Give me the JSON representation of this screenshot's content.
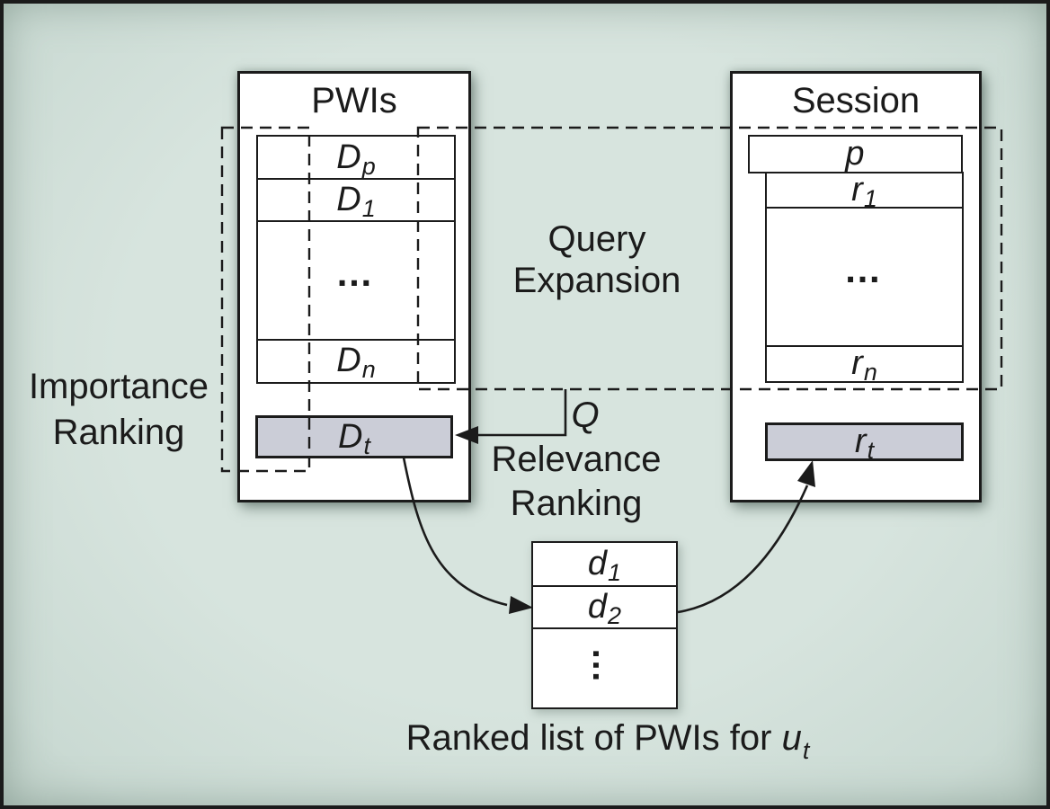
{
  "colors": {
    "background": "#d1dfd8",
    "panel": "#ffffff",
    "highlight_fill": "#cbcdd7",
    "line": "#1b1b1b"
  },
  "pwis_box": {
    "title": "PWIs",
    "rows": [
      {
        "base": "D",
        "sub": "p"
      },
      {
        "base": "D",
        "sub": "1"
      },
      {
        "dots": "…"
      },
      {
        "base": "D",
        "sub": "n"
      }
    ],
    "highlight": {
      "base": "D",
      "sub": "t"
    }
  },
  "session_box": {
    "title": "Session",
    "top_row": {
      "base": "p",
      "sub": ""
    },
    "rows": [
      {
        "base": "r",
        "sub": "1"
      },
      {
        "dots": "…"
      },
      {
        "base": "r",
        "sub": "n"
      }
    ],
    "highlight": {
      "base": "r",
      "sub": "t"
    }
  },
  "ranked_list": {
    "rows": [
      {
        "base": "d",
        "sub": "1"
      },
      {
        "base": "d",
        "sub": "2"
      },
      {
        "dots": "…"
      }
    ],
    "caption": {
      "text": "Ranked list of PWIs for",
      "var_base": "u",
      "var_sub": "t"
    }
  },
  "labels": {
    "query_expansion": [
      "Query",
      "Expansion"
    ],
    "importance_ranking": [
      "Importance",
      "Ranking"
    ],
    "relevance_ranking": [
      "Relevance",
      "Ranking"
    ],
    "query_symbol": "Q"
  }
}
